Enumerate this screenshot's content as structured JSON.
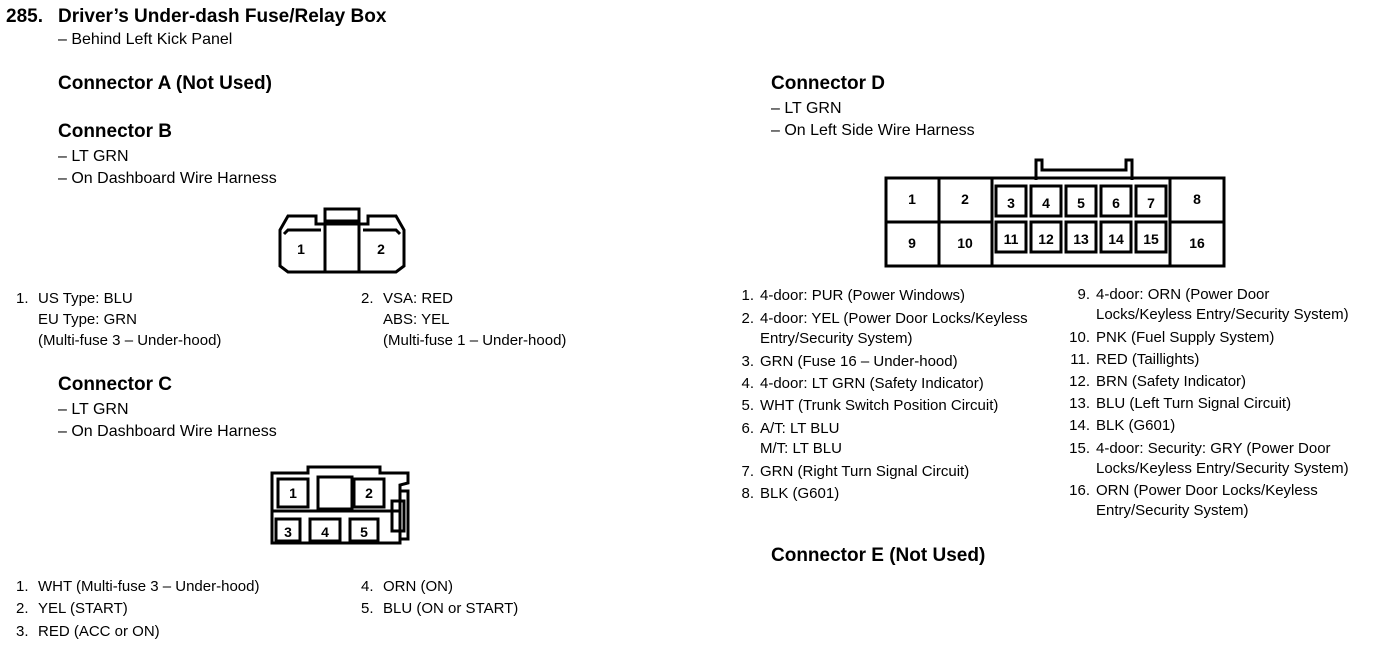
{
  "header": {
    "number": "285.",
    "title": "Driver’s Under-dash Fuse/Relay Box",
    "subtitle": "– Behind Left Kick Panel"
  },
  "connector_a": {
    "heading": "Connector A (Not Used)"
  },
  "connector_b": {
    "heading": "Connector B",
    "lines": [
      "– LT GRN",
      "– On Dashboard Wire Harness"
    ],
    "pin_labels": [
      "1",
      "2"
    ],
    "pins": [
      {
        "num": "1.",
        "lines": [
          "US Type: BLU",
          "EU Type: GRN",
          "(Multi-fuse 3 – Under-hood)"
        ]
      },
      {
        "num": "2.",
        "lines": [
          "VSA: RED",
          "ABS: YEL",
          "(Multi-fuse 1 – Under-hood)"
        ]
      }
    ]
  },
  "connector_c": {
    "heading": "Connector C",
    "lines": [
      "– LT GRN",
      "– On Dashboard Wire Harness"
    ],
    "pin_labels": [
      "1",
      "2",
      "3",
      "4",
      "5"
    ],
    "pins": [
      {
        "num": "1.",
        "text": "WHT (Multi-fuse 3 – Under-hood)"
      },
      {
        "num": "2.",
        "text": "YEL (START)"
      },
      {
        "num": "3.",
        "text": "RED (ACC or ON)"
      },
      {
        "num": "4.",
        "text": "ORN (ON)"
      },
      {
        "num": "5.",
        "text": "BLU (ON or START)"
      }
    ]
  },
  "connector_d": {
    "heading": "Connector D",
    "lines": [
      "– LT GRN",
      "– On Left Side Wire Harness"
    ],
    "pin_labels": [
      "1",
      "2",
      "3",
      "4",
      "5",
      "6",
      "7",
      "8",
      "9",
      "10",
      "11",
      "12",
      "13",
      "14",
      "15",
      "16"
    ],
    "pins_left": [
      {
        "num": "1.",
        "lines": [
          "4-door: PUR (Power Windows)"
        ]
      },
      {
        "num": "2.",
        "lines": [
          "4-door: YEL (Power Door Locks/Keyless",
          "Entry/Security System)"
        ]
      },
      {
        "num": "3.",
        "lines": [
          "GRN (Fuse 16 – Under-hood)"
        ]
      },
      {
        "num": "4.",
        "lines": [
          "4-door: LT GRN (Safety Indicator)"
        ]
      },
      {
        "num": "5.",
        "lines": [
          "WHT (Trunk Switch Position Circuit)"
        ]
      },
      {
        "num": "6.",
        "lines": [
          "A/T: LT BLU",
          "M/T: LT BLU"
        ]
      },
      {
        "num": "7.",
        "lines": [
          "GRN (Right Turn Signal Circuit)"
        ]
      },
      {
        "num": "8.",
        "lines": [
          "BLK (G601)"
        ]
      }
    ],
    "pins_right": [
      {
        "num": "9.",
        "lines": [
          "4-door: ORN (Power Door",
          "Locks/Keyless Entry/Security System)"
        ]
      },
      {
        "num": "10.",
        "lines": [
          "PNK (Fuel Supply System)"
        ]
      },
      {
        "num": "11.",
        "lines": [
          "RED (Taillights)"
        ]
      },
      {
        "num": "12.",
        "lines": [
          "BRN (Safety Indicator)"
        ]
      },
      {
        "num": "13.",
        "lines": [
          "BLU (Left Turn Signal Circuit)"
        ]
      },
      {
        "num": "14.",
        "lines": [
          "BLK (G601)"
        ]
      },
      {
        "num": "15.",
        "lines": [
          "4-door: Security: GRY (Power Door",
          "Locks/Keyless Entry/Security System)"
        ]
      },
      {
        "num": "16.",
        "lines": [
          "ORN (Power Door Locks/Keyless",
          "Entry/Security System)"
        ]
      }
    ]
  },
  "connector_e": {
    "heading": "Connector E (Not Used)"
  }
}
